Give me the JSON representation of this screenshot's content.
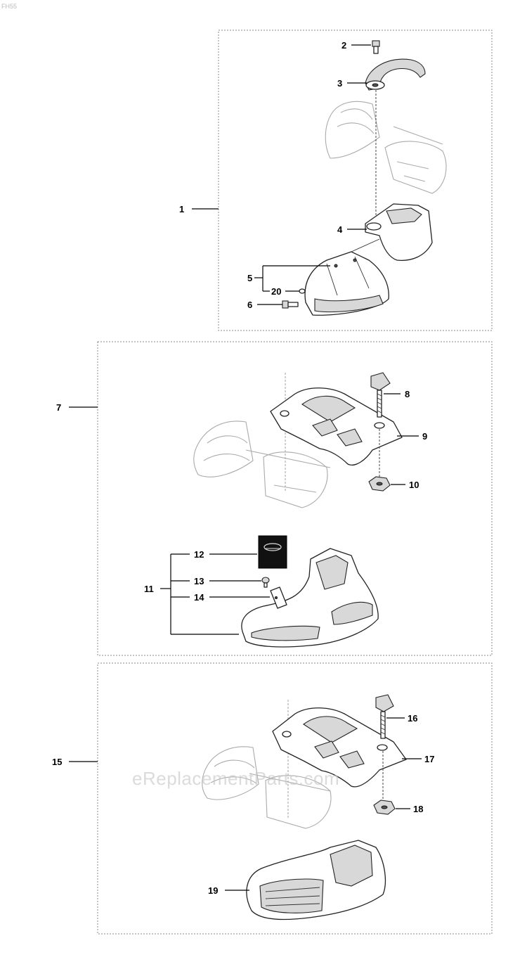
{
  "header_tag": "FH55",
  "watermark": "eReplacementParts.com",
  "callouts": {
    "c1": "1",
    "c2": "2",
    "c3": "3",
    "c4": "4",
    "c5": "5",
    "c6": "6",
    "c7": "7",
    "c8": "8",
    "c9": "9",
    "c10": "10",
    "c11": "11",
    "c12": "12",
    "c13": "13",
    "c14": "14",
    "c15": "15",
    "c16": "16",
    "c17": "17",
    "c18": "18",
    "c19": "19",
    "c20": "20"
  }
}
